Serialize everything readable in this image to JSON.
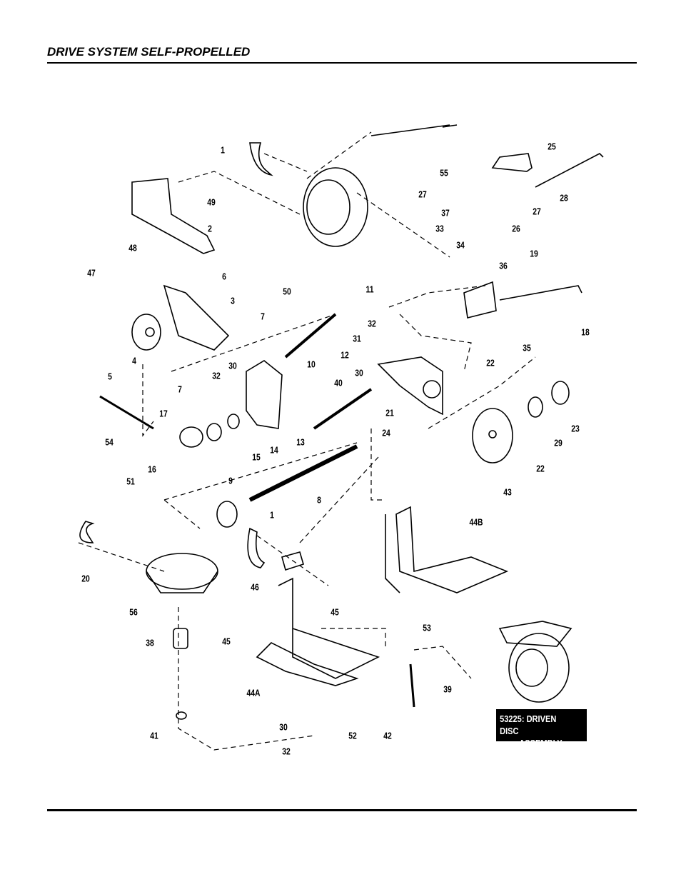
{
  "header": {
    "title": "DRIVE SYSTEM SELF-PROPELLED"
  },
  "inset": {
    "line1": "53225: DRIVEN DISC",
    "line2": "ASSEMBLY"
  },
  "callouts": [
    "1",
    "25",
    "27",
    "55",
    "37",
    "26",
    "27",
    "28",
    "49",
    "2",
    "48",
    "47",
    "33",
    "34",
    "19",
    "36",
    "6",
    "50",
    "3",
    "7",
    "11",
    "18",
    "35",
    "32",
    "31",
    "12",
    "4",
    "5",
    "7",
    "32",
    "30",
    "10",
    "30",
    "22",
    "40",
    "21",
    "24",
    "17",
    "13",
    "14",
    "15",
    "16",
    "51",
    "54",
    "9",
    "8",
    "1",
    "29",
    "23",
    "22",
    "43",
    "44B",
    "20",
    "46",
    "45",
    "56",
    "38",
    "45",
    "53",
    "44A",
    "39",
    "41",
    "30",
    "52",
    "42",
    "32"
  ]
}
